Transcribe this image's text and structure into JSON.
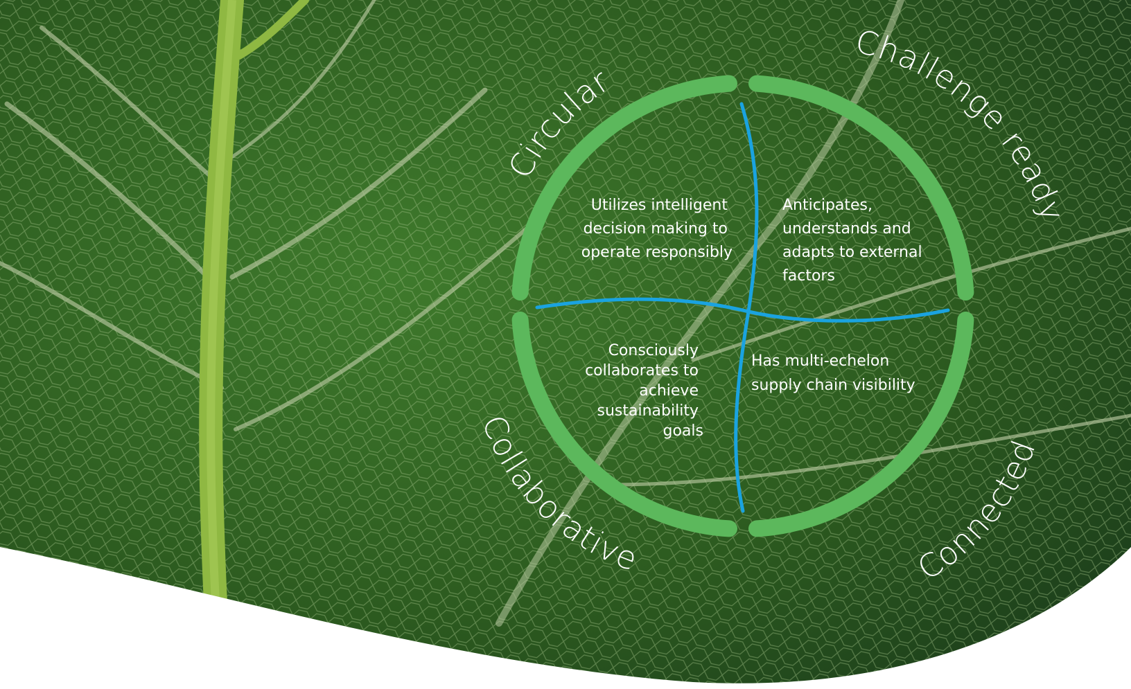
{
  "colors": {
    "ring": "#5cb85c",
    "dividers": "#1aa3e0",
    "background_leaf": "#2f5a22",
    "leaf_veins": "#b8c8a0",
    "midrib": "#8fb842",
    "bottom_wave": "#ffffff",
    "text": "#ffffff"
  },
  "labels": {
    "circular": "Circular",
    "challenge_ready": "Challenge ready",
    "connected": "Connected",
    "collaborative": "Collaborative"
  },
  "quadrants": {
    "top_left": [
      "Utilizes intelligent",
      "decision making to",
      "operate responsibly"
    ],
    "top_right": [
      "Anticipates,",
      "understands and",
      "adapts to external",
      "factors"
    ],
    "bottom_left": [
      "Consciously",
      "collaborates to",
      "achieve",
      "sustainability",
      "goals"
    ],
    "bottom_right": [
      "Has multi-echelon",
      "supply chain visibility"
    ]
  }
}
